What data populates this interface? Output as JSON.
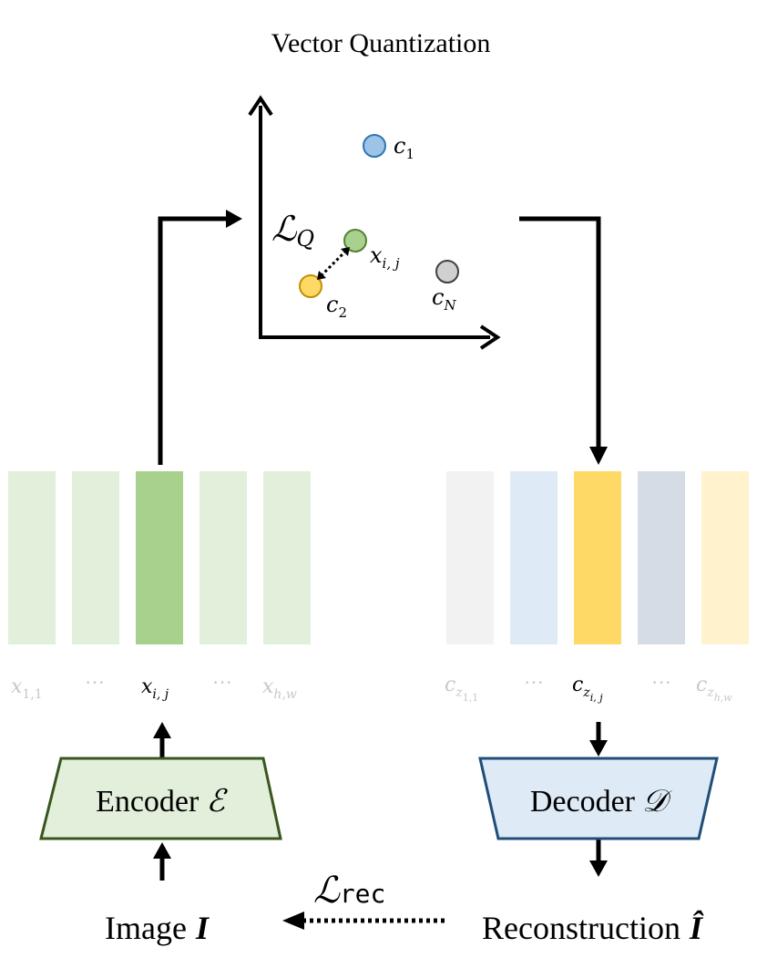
{
  "title": "Vector Quantization",
  "latent_space": {
    "points": [
      {
        "id": "c1",
        "symbol": "c",
        "sub": "1",
        "color": "#9DC3E6",
        "stroke": "#2E75B6"
      },
      {
        "id": "c2",
        "symbol": "c",
        "sub": "2",
        "color": "#FFD966",
        "stroke": "#BF9000"
      },
      {
        "id": "cN",
        "symbol": "c",
        "sub": "N",
        "color": "#D0D0D0",
        "stroke": "#404040"
      },
      {
        "id": "xij",
        "symbol": "x",
        "sub": "i, j",
        "color": "#A9D18E",
        "stroke": "#548235"
      }
    ],
    "loss_symbol": "ℒ",
    "loss_sub": "Q"
  },
  "encoder_tokens": {
    "colors": [
      "#E2EFDA",
      "#E2EFDA",
      "#A9D18E",
      "#E2EFDA",
      "#E2EFDA"
    ],
    "labels": [
      {
        "main": "x",
        "sub": "1,1",
        "faded": true
      },
      {
        "main": "···",
        "sub": "",
        "faded": true
      },
      {
        "main": "x",
        "sub": "i, j",
        "faded": false
      },
      {
        "main": "···",
        "sub": "",
        "faded": true
      },
      {
        "main": "x",
        "sub": "h,w",
        "faded": true
      }
    ]
  },
  "decoder_tokens": {
    "colors": [
      "#F2F2F2",
      "#DEEBF7",
      "#FFD966",
      "#D6DCE5",
      "#FFF2CC"
    ],
    "labels": [
      {
        "main": "c",
        "sub": "z",
        "subsub": "1,1",
        "faded": true
      },
      {
        "main": "···",
        "sub": "",
        "faded": true
      },
      {
        "main": "c",
        "sub": "z",
        "subsub": "i, j",
        "faded": false
      },
      {
        "main": "···",
        "sub": "",
        "faded": true
      },
      {
        "main": "c",
        "sub": "z",
        "subsub": "h,w",
        "faded": true
      }
    ]
  },
  "encoder": {
    "label": "Encoder",
    "symbol": "ℰ",
    "fill": "#E2EFDA",
    "stroke": "#38561E"
  },
  "decoder": {
    "label": "Decoder",
    "symbol": "𝒟",
    "fill": "#DEEBF7",
    "stroke": "#1F4E79"
  },
  "input_label": "Image",
  "input_symbol": "I",
  "output_label": "Reconstruction",
  "output_symbol": "Î",
  "rec_loss_symbol": "ℒ",
  "rec_loss_sub": "rec"
}
